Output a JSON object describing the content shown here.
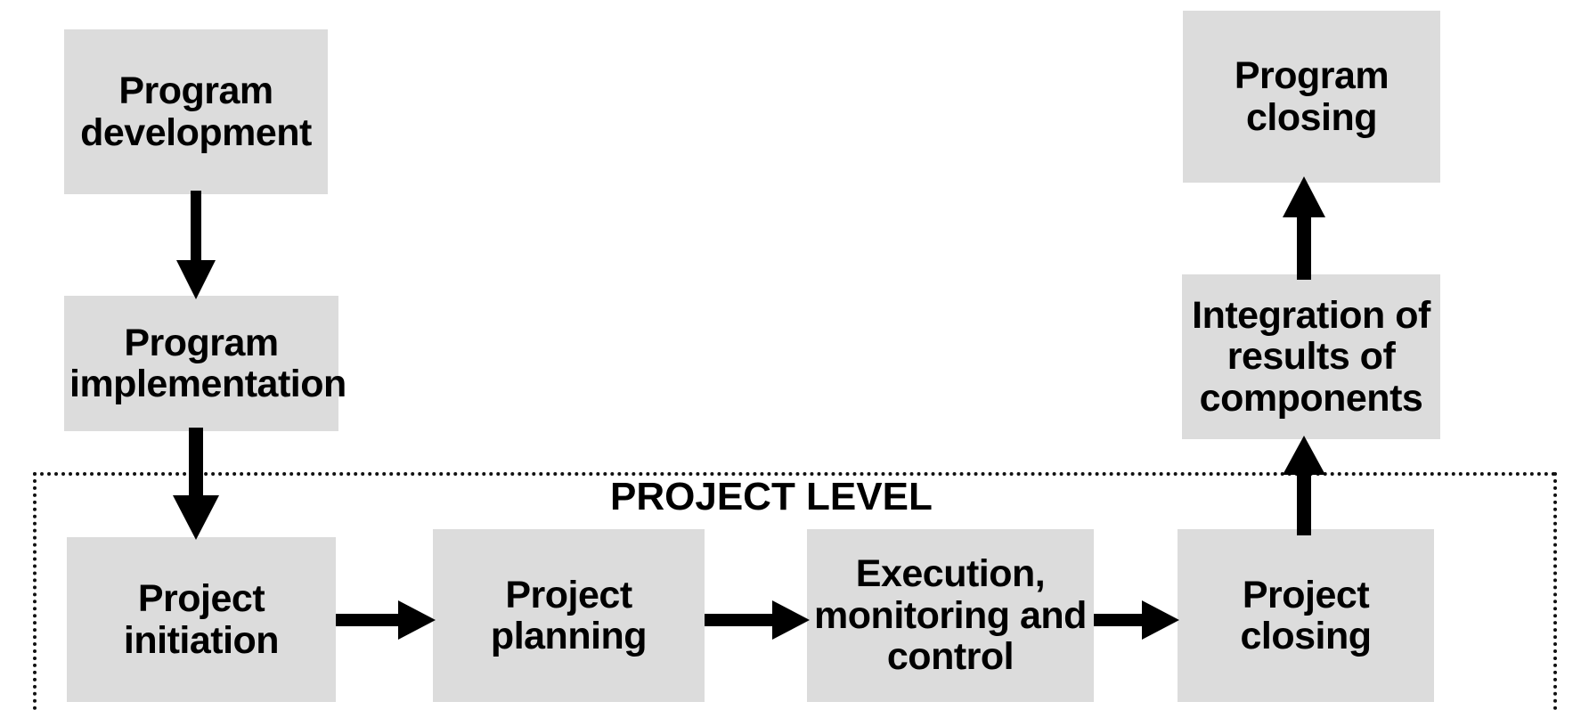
{
  "diagram": {
    "title_caption": "PROJECT LEVEL",
    "colors": {
      "box_fill": "#dcdcdc",
      "stroke": "#000000",
      "background": "#ffffff",
      "zone_border": "#111111"
    },
    "program_level_nodes": [
      {
        "id": "program-development",
        "label": "Program development"
      },
      {
        "id": "program-implementation",
        "label": "Program implementation"
      },
      {
        "id": "program-closing",
        "label": "Program closing"
      },
      {
        "id": "integration-of-results",
        "label": "Integration of results of components"
      }
    ],
    "project_level_nodes": [
      {
        "id": "project-initiation",
        "label": "Project initiation"
      },
      {
        "id": "project-planning",
        "label": "Project planning"
      },
      {
        "id": "execution-monitoring-control",
        "label": "Execution, monitoring and control"
      },
      {
        "id": "project-closing",
        "label": "Project closing"
      }
    ],
    "boxes": {
      "program_development": {
        "line1": "Program",
        "line2": "development"
      },
      "program_implementation": {
        "line1": "Program",
        "line2": "implementation"
      },
      "program_closing": {
        "line1": "Program",
        "line2": "closing"
      },
      "integration_results": {
        "line1": "Integration of",
        "line2": "results of",
        "line3": "components"
      },
      "project_initiation": {
        "line1": "Project",
        "line2": "initiation"
      },
      "project_planning": {
        "line1": "Project",
        "line2": "planning"
      },
      "execution_control": {
        "line1": "Execution,",
        "line2": "monitoring and",
        "line3": "control"
      },
      "project_closing": {
        "line1": "Project",
        "line2": "closing"
      }
    },
    "connectors": [
      {
        "id": "arrow-development-to-implementation",
        "from": "program-development",
        "to": "program-implementation",
        "direction": "down"
      },
      {
        "id": "arrow-implementation-to-initiation",
        "from": "program-implementation",
        "to": "project-initiation",
        "direction": "down"
      },
      {
        "id": "arrow-initiation-to-planning",
        "from": "project-initiation",
        "to": "project-planning",
        "direction": "right"
      },
      {
        "id": "arrow-planning-to-execution",
        "from": "project-planning",
        "to": "execution-monitoring-control",
        "direction": "right"
      },
      {
        "id": "arrow-execution-to-closing",
        "from": "execution-monitoring-control",
        "to": "project-closing",
        "direction": "right"
      },
      {
        "id": "arrow-closing-to-integration",
        "from": "project-closing",
        "to": "integration-of-results",
        "direction": "up"
      },
      {
        "id": "arrow-integration-to-program-closing",
        "from": "integration-of-results",
        "to": "program-closing",
        "direction": "up"
      }
    ]
  }
}
